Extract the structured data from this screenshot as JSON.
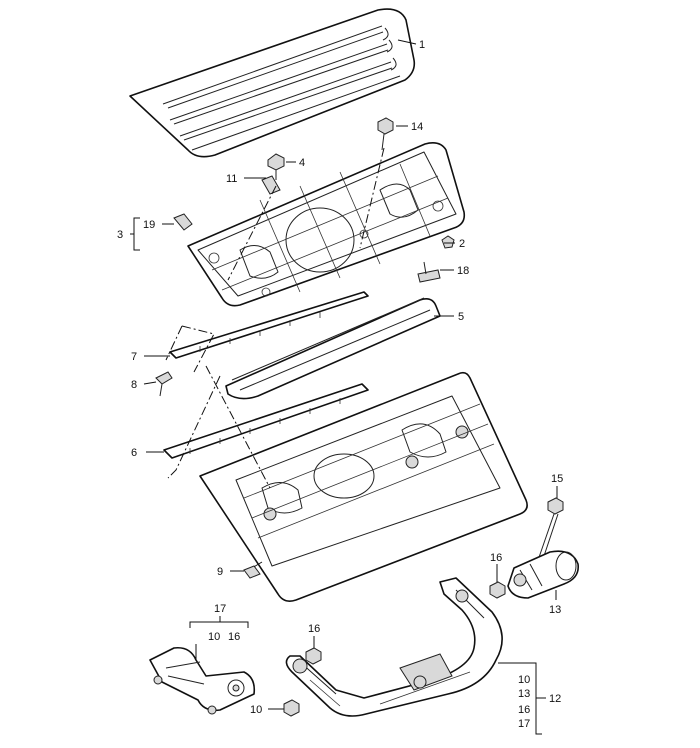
{
  "callouts": {
    "c1": "1",
    "c2": "2",
    "c3": "3",
    "c4": "4",
    "c5": "5",
    "c6": "6",
    "c7": "7",
    "c8": "8",
    "c9": "9",
    "c10": "10",
    "c11": "11",
    "c12": "12",
    "c13": "13",
    "c14": "14",
    "c15": "15",
    "c16": "16",
    "c16b": "16",
    "c17": "17",
    "c18": "18",
    "c19": "19"
  },
  "group_17": {
    "items": [
      "10",
      "16"
    ]
  },
  "group_12": {
    "items": [
      "10",
      "13",
      "16",
      "17"
    ]
  }
}
